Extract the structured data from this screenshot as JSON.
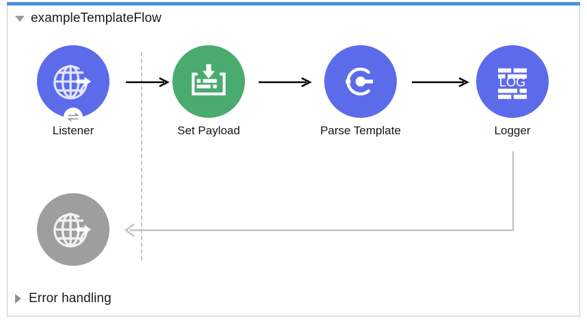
{
  "window": {
    "accent_color": "#4a90d9",
    "border_color": "#c8c8c8",
    "background": "#ffffff"
  },
  "flow": {
    "name": "exampleTemplateFlow",
    "expanded": true,
    "toggle_icon": "triangle-down-icon",
    "divider": {
      "style": "dashed",
      "color": "#c6c6c6"
    }
  },
  "error_section": {
    "name": "Error handling",
    "expanded": false,
    "toggle_icon": "triangle-right-icon"
  },
  "nodes": [
    {
      "id": "listener",
      "label": "Listener",
      "icon": "globe-arrow-icon",
      "color": "#5c6bea",
      "badge_icon": "bidirectional-arrows-icon",
      "badge_color": "#8c8c8c",
      "has_badge": true
    },
    {
      "id": "set-payload",
      "label": "Set Payload",
      "icon": "tray-download-icon",
      "color": "#4aab6e",
      "has_badge": false
    },
    {
      "id": "parse-template",
      "label": "Parse Template",
      "icon": "parse-template-c-icon",
      "color": "#5c6bea",
      "has_badge": false
    },
    {
      "id": "logger",
      "label": "Logger",
      "icon": "log-lines-icon",
      "icon_text": "LOG",
      "color": "#5c6bea",
      "has_badge": false
    }
  ],
  "error_node": {
    "id": "error-listener",
    "label": "",
    "icon": "globe-arrow-icon",
    "color": "#9e9e9e"
  },
  "connectors": [
    {
      "id": "listener-to-set-payload",
      "from": "listener",
      "to": "set-payload",
      "style": "solid",
      "color": "#000000",
      "direction": "right"
    },
    {
      "id": "set-payload-to-parse-template",
      "from": "set-payload",
      "to": "parse-template",
      "style": "solid",
      "color": "#000000",
      "direction": "right"
    },
    {
      "id": "parse-template-to-logger",
      "from": "parse-template",
      "to": "logger",
      "style": "solid",
      "color": "#000000",
      "direction": "right"
    },
    {
      "id": "logger-to-error-listener",
      "from": "logger",
      "to": "error-listener",
      "style": "solid",
      "color": "#c2c2c2",
      "direction": "left"
    }
  ]
}
